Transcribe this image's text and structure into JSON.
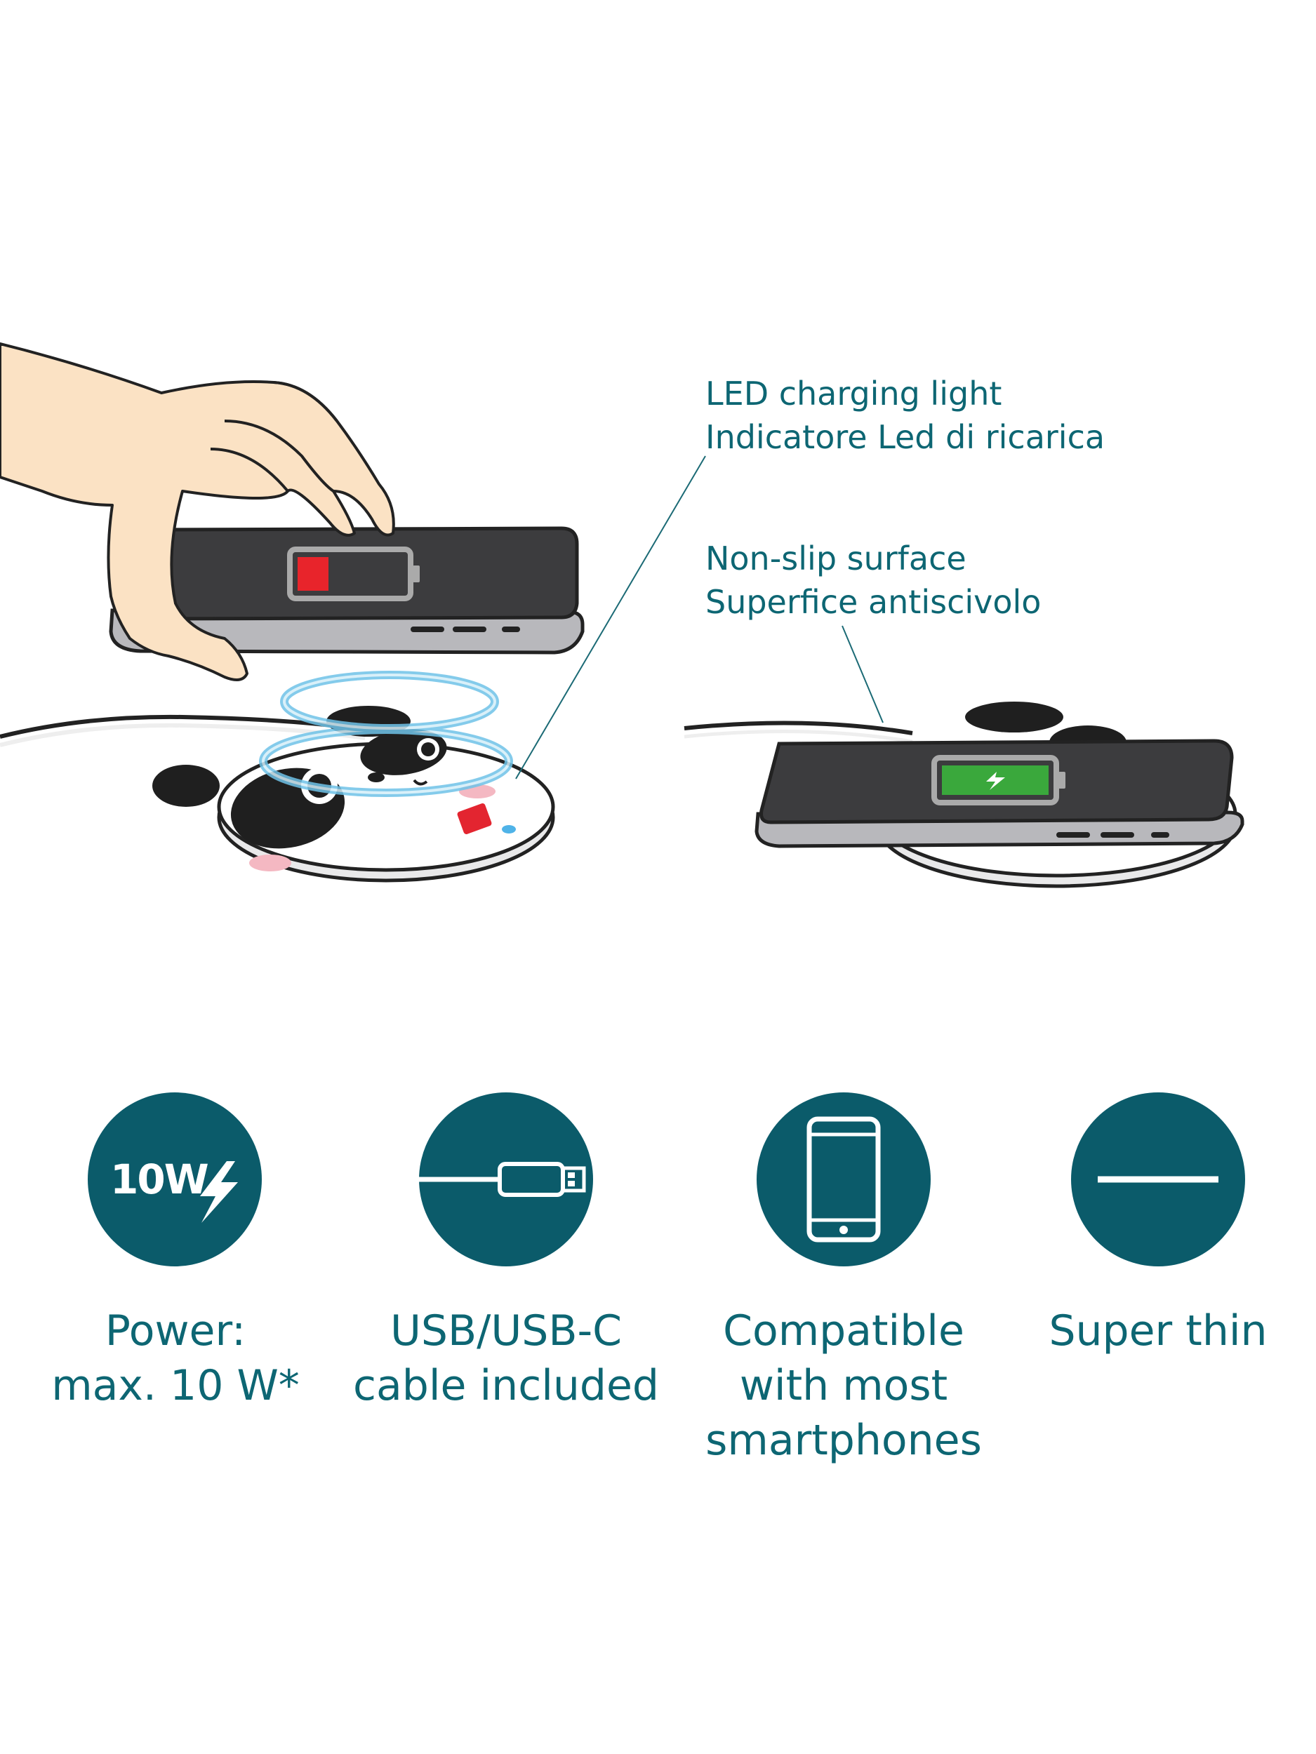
{
  "callouts": {
    "led": {
      "line1": "LED charging light",
      "line2": "Indicatore Led di ricarica"
    },
    "surface": {
      "line1": "Non-slip surface",
      "line2": "Superfice antiscivolo"
    }
  },
  "features": [
    {
      "icon": "power-10w-icon",
      "badge_text": "10W",
      "lines": [
        "Power:",
        "max. 10 W*"
      ]
    },
    {
      "icon": "usb-cable-icon",
      "lines": [
        "USB/USB-C",
        "cable included"
      ]
    },
    {
      "icon": "smartphone-icon",
      "lines": [
        "Compatible",
        "with most",
        "smartphones"
      ]
    },
    {
      "icon": "thin-line-icon",
      "lines": [
        "Super thin"
      ]
    }
  ],
  "colors": {
    "accent": "#0b5b6a",
    "text": "#0d6673",
    "battery_low": "#e8242b",
    "battery_full": "#3aa83c"
  }
}
